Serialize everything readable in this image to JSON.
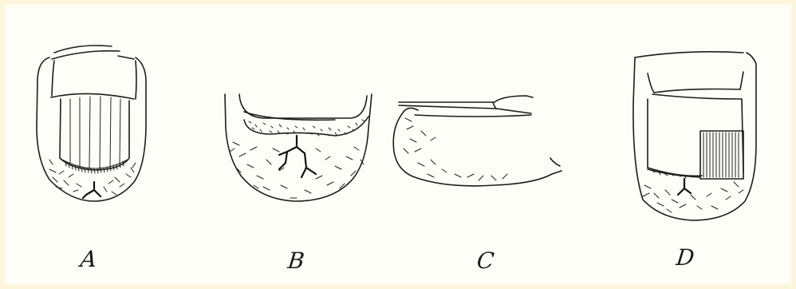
{
  "figure": {
    "panels": [
      {
        "id": "A",
        "label": "A"
      },
      {
        "id": "B",
        "label": "B"
      },
      {
        "id": "C",
        "label": "C"
      },
      {
        "id": "D",
        "label": "D"
      }
    ]
  },
  "colors": {
    "background": "#fdf6dc",
    "paper": "#fefef8",
    "ink": "#1c1c1c"
  }
}
